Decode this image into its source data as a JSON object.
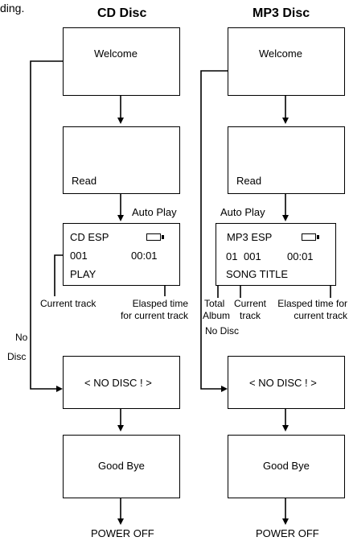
{
  "top_fragment": "ding.",
  "left": {
    "title": "CD Disc",
    "welcome": "Welcome",
    "read": "Read",
    "auto_play": "Auto Play",
    "display": {
      "mode": "CD ESP",
      "track": "001",
      "time": "00:01",
      "status": "PLAY"
    },
    "callout_track": "Current track",
    "callout_elapsed": [
      "Elasped time",
      "for current track"
    ],
    "no_disc_label": [
      "No",
      "Disc"
    ],
    "no_disc_screen": "< NO DISC ! >",
    "good_bye": "Good Bye",
    "power_off": "POWER OFF"
  },
  "right": {
    "title": "MP3 Disc",
    "welcome": "Welcome",
    "read": "Read",
    "auto_play": "Auto Play",
    "display": {
      "mode": "MP3 ESP",
      "album": "01",
      "track": "001",
      "time": "00:01",
      "title": "SONG TITLE"
    },
    "callout_album": [
      "Total",
      "Album"
    ],
    "callout_track": [
      "Current",
      "track"
    ],
    "callout_elapsed": [
      "Elasped time for",
      "current track"
    ],
    "no_disc_label": "No Disc",
    "no_disc_screen": "< NO DISC ! >",
    "good_bye": "Good Bye",
    "power_off": "POWER OFF"
  }
}
